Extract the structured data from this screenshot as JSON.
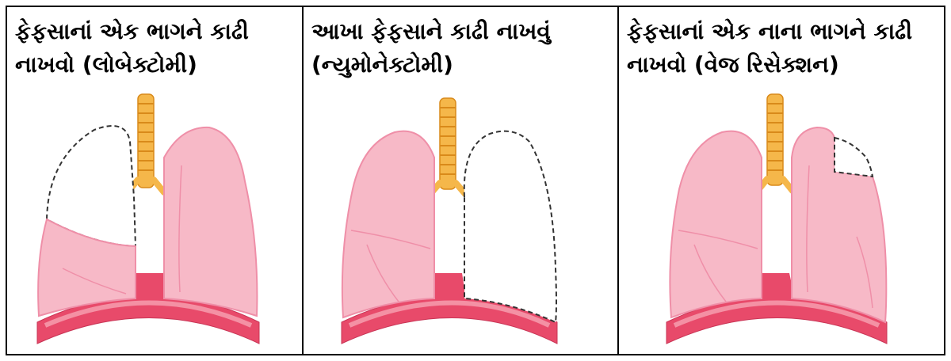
{
  "panels": [
    {
      "caption": "ફેફસાનાં એક ભાગને કાઢી\nનાખવો (લોબેક્ટોમી)"
    },
    {
      "caption": "આખા ફેફસાને કાઢી નાખવું\n(ન્યુમોનેક્ટોમી)"
    },
    {
      "caption": "ફેફસાનાં એક નાના ભાગને કાઢી\nનાખવો (વેજ રિસેક્શન)"
    }
  ],
  "colors": {
    "lung_fill": "#f7b9c7",
    "lung_stroke": "#ef8fa8",
    "trachea_fill": "#f5b74a",
    "trachea_stroke": "#d98a1a",
    "diaphragm_fill": "#e84a6a",
    "diaphragm_light": "#f6a3b3",
    "removed_outline": "#333333"
  }
}
